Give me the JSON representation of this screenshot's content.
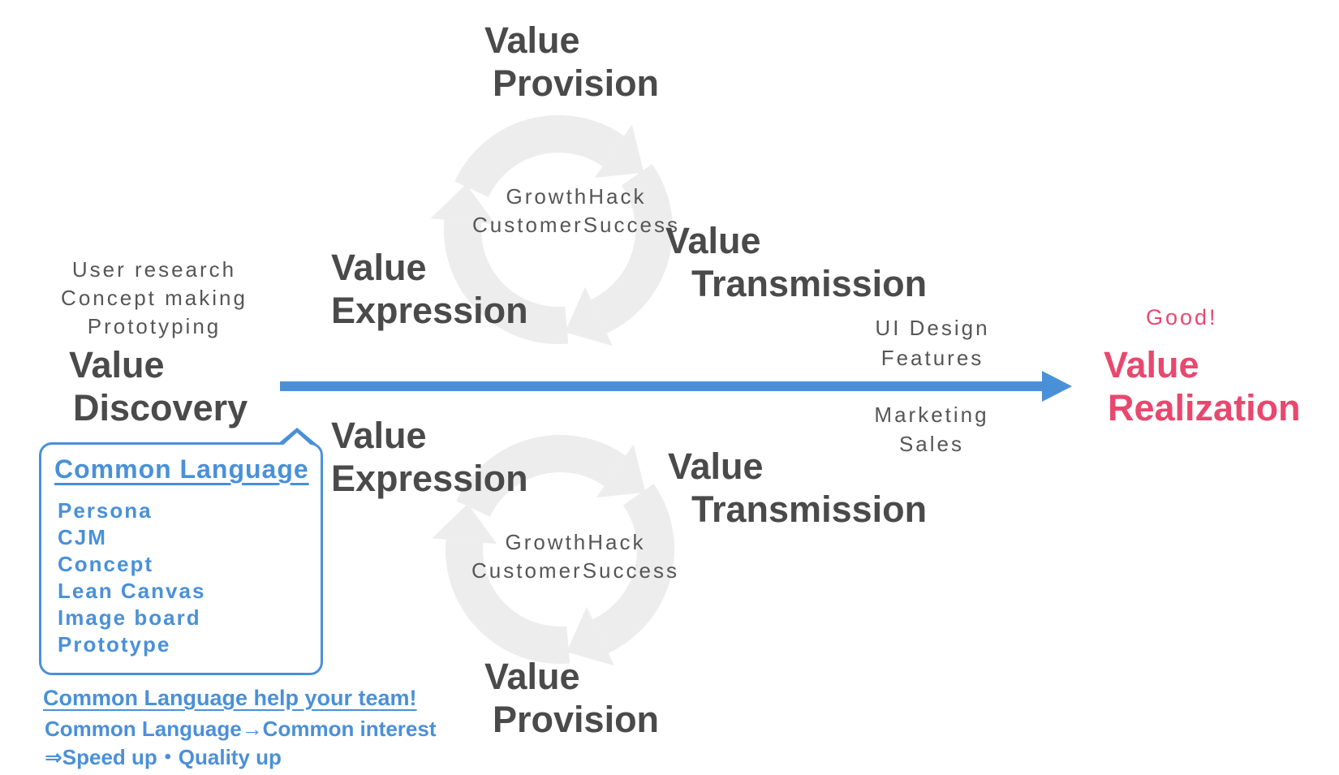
{
  "slide": {
    "left_stage": {
      "activities": [
        "User research",
        "Concept making",
        "Prototyping"
      ],
      "title_lines": [
        "Value",
        "Discovery"
      ]
    },
    "top_cycle": {
      "provision_lines": [
        "Value",
        "Provision"
      ],
      "center_label_lines": [
        "GrowthHack",
        "CustomerSuccess"
      ],
      "expression_lines": [
        "Value",
        "Expression"
      ],
      "transmission_lines": [
        "Value",
        "Transmission"
      ]
    },
    "bottom_cycle": {
      "expression_lines": [
        "Value",
        "Expression"
      ],
      "center_label_lines": [
        "GrowthHack",
        "CustomerSuccess"
      ],
      "transmission_lines": [
        "Value",
        "Transmission"
      ],
      "provision_lines": [
        "Value",
        "Provision"
      ]
    },
    "right_stage": {
      "upper_activities": [
        "UI Design",
        "Features"
      ],
      "lower_activities": [
        "Marketing",
        "Sales"
      ],
      "badge": "Good!",
      "title_lines": [
        "Value",
        "Realization"
      ]
    },
    "callout": {
      "title": "Common Language",
      "items": [
        "Persona",
        "CJM",
        "Concept",
        "Lean Canvas",
        "Image board",
        "Prototype"
      ]
    },
    "footnotes": [
      "Common Language help your team!",
      "Common Language→Common interest",
      "⇒Speed up・Quality up"
    ],
    "main_arrow": {
      "direction": "right",
      "color": "#4a90d9"
    },
    "icons": {
      "cycle": "cycle-arrows-icon"
    },
    "colors": {
      "heading_gray": "#4a4a4a",
      "label_gray": "#565656",
      "accent_blue": "#4a90d9",
      "accent_pink": "#e8486e",
      "cycle_gray": "#ededed",
      "background": "#ffffff"
    }
  }
}
